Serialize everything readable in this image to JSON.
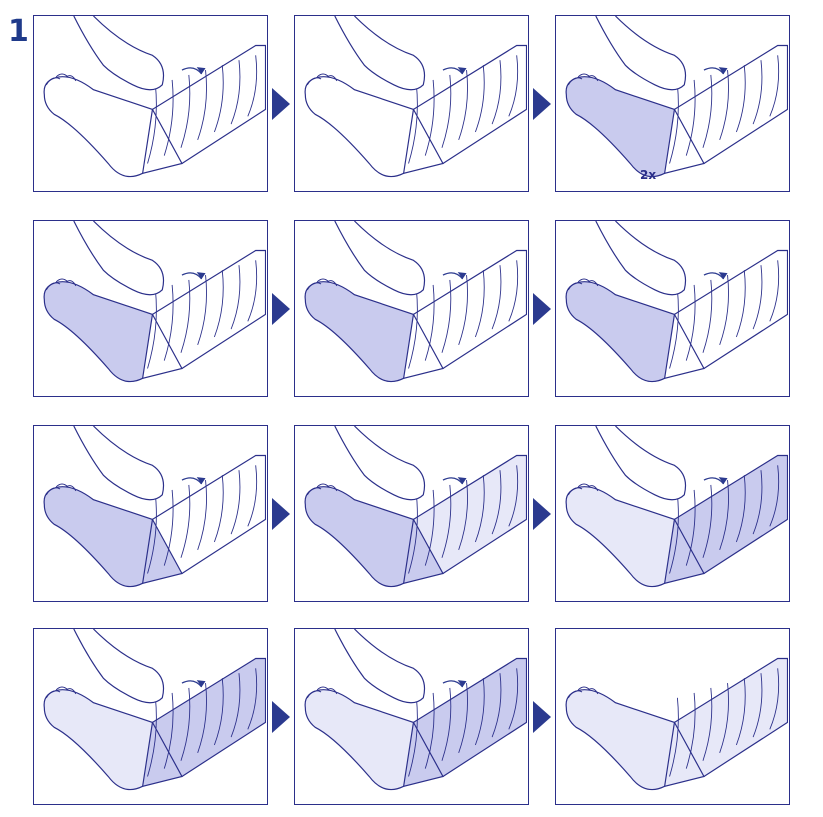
{
  "step_number": "1",
  "colors": {
    "line": "#2b2f8a",
    "bandage": "#c9cbee",
    "bandage_light": "#e7e8f8",
    "arrow": "#2b3a8f"
  },
  "panels": [
    {
      "id": "p1",
      "bandage": "padding"
    },
    {
      "id": "p2",
      "bandage": "padding"
    },
    {
      "id": "p3",
      "bandage": "foot",
      "note": "2x"
    },
    {
      "id": "p4",
      "bandage": "foot"
    },
    {
      "id": "p5",
      "bandage": "foot"
    },
    {
      "id": "p6",
      "bandage": "foot"
    },
    {
      "id": "p7",
      "bandage": "foot-ankle"
    },
    {
      "id": "p8",
      "bandage": "foot-ankle-calf"
    },
    {
      "id": "p9",
      "bandage": "full"
    },
    {
      "id": "p10",
      "bandage": "full"
    },
    {
      "id": "p11",
      "bandage": "full"
    },
    {
      "id": "p12",
      "bandage": "final"
    }
  ],
  "icons": {
    "next_step": "triangle-right-icon"
  }
}
